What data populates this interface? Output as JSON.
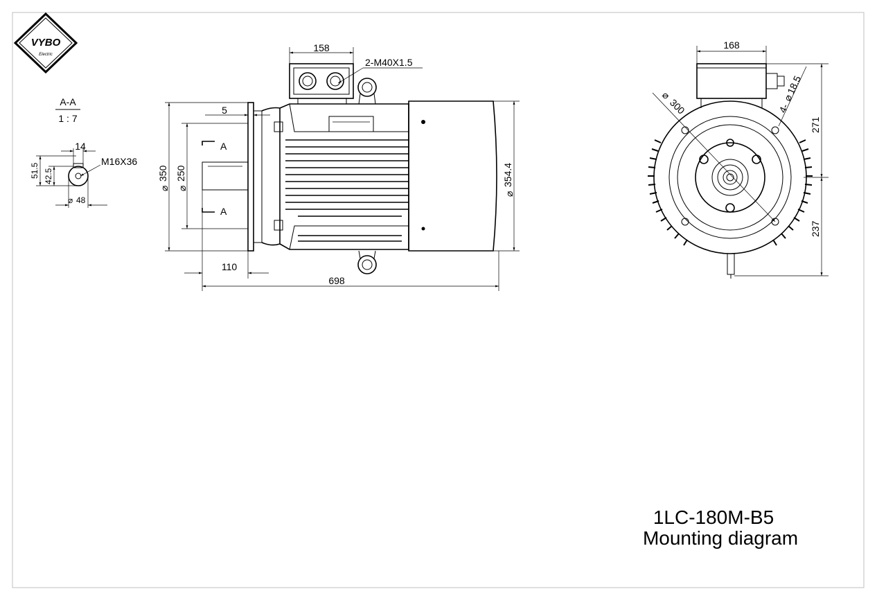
{
  "logo": {
    "brand": "VYBO",
    "sub": "Electric"
  },
  "section": {
    "label": "A-A",
    "scale": "1 : 7"
  },
  "detail_dims": {
    "key_width": "14",
    "thread": "M16X36",
    "height_outer": "51.5",
    "height_inner": "42.5",
    "shaft_diameter": "48"
  },
  "side_view_dims": {
    "box_width": "158",
    "cable_gland": "2-M40X1.5",
    "flange_step": "5",
    "flange_diameter": "350",
    "spigot_diameter": "250",
    "section_mark": "A",
    "frame_diameter": "354.4",
    "shaft_length": "110",
    "overall_length": "698"
  },
  "front_view_dims": {
    "box_width": "168",
    "pcd": "300",
    "holes": "4-",
    "hole_diameter": "18.5",
    "upper_height": "271",
    "lower_height": "237"
  },
  "title_block": {
    "model": "1LC-180M-B5",
    "caption": "Mounting diagram"
  },
  "colors": {
    "line": "#000000",
    "border": "#bfbfbf",
    "background": "#ffffff"
  }
}
